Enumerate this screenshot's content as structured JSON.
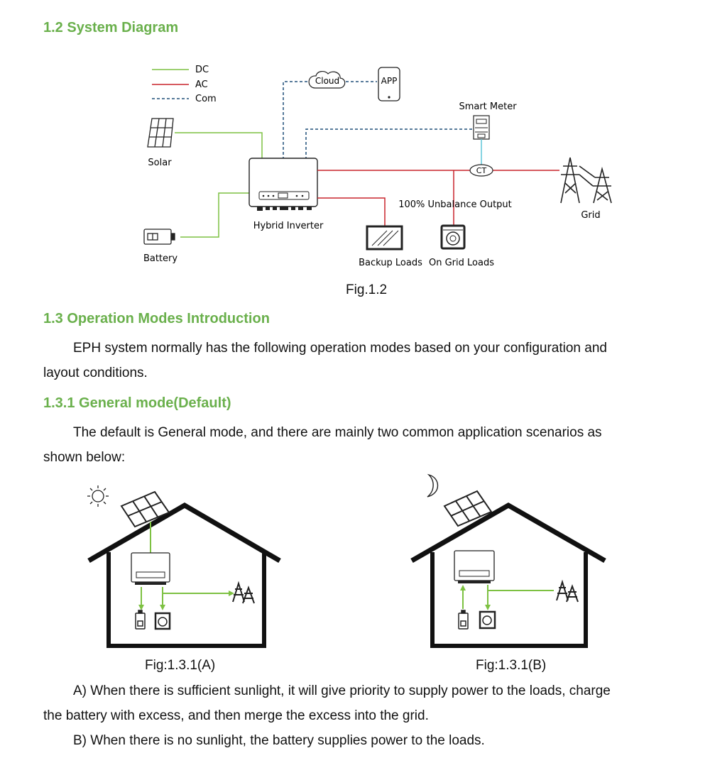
{
  "headings": {
    "system_diagram": "1.2 System Diagram",
    "operation_modes": "1.3 Operation Modes Introduction",
    "general_mode": "1.3.1 General mode(Default)"
  },
  "diagram": {
    "legend": {
      "dc": "DC",
      "ac": "AC",
      "com": "Com"
    },
    "labels": {
      "cloud": "Cloud",
      "app": "APP",
      "smart_meter": "Smart Meter",
      "solar": "Solar",
      "ct": "CT",
      "grid": "Grid",
      "hybrid_inverter": "Hybrid Inverter",
      "unbalance_output": "100% Unbalance Output",
      "battery": "Battery",
      "backup_loads": "Backup Loads",
      "on_grid_loads": "On Grid Loads"
    },
    "colors": {
      "dc": "#7dc142",
      "ac": "#c8232c",
      "com": "#1f4e79",
      "meter_link": "#5ec6d8",
      "heading": "#6ab04c"
    },
    "caption": "Fig.1.2"
  },
  "paragraphs": {
    "intro_line1": "EPH system normally has the following operation modes based on your configuration and",
    "intro_line2": "layout conditions.",
    "general_line1": "The default is General mode, and there are mainly two common application scenarios as",
    "general_line2": "shown below:",
    "a_line1": "A) When there is sufficient sunlight, it will give priority to supply power to the loads, charge",
    "a_line2": "the battery with excess, and then merge the excess into the grid.",
    "b_line1": "B) When there is no sunlight, the battery supplies power to the loads."
  },
  "figures": {
    "caption_a": "Fig:1.3.1(A)",
    "caption_b": "Fig:1.3.1(B)",
    "icon_a": "sun-icon",
    "icon_b": "moon-icon"
  }
}
